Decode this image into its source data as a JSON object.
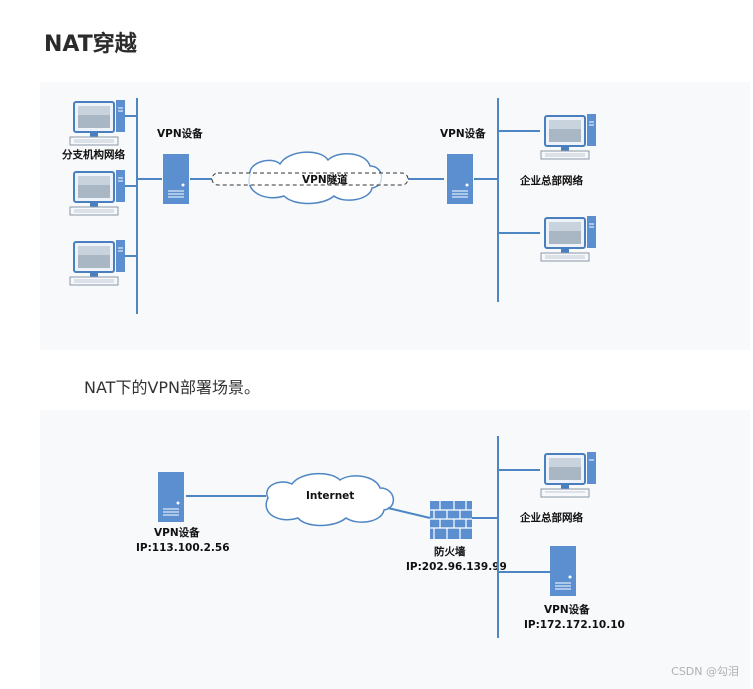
{
  "title": "NAT穿越",
  "diagram1": {
    "branch_network": "分支机构网络",
    "vpn_left": "VPN设备",
    "vpn_right": "VPN设备",
    "tunnel": "VPN隧道",
    "hq_network": "企业总部网络"
  },
  "caption": "NAT下的VPN部署场景。",
  "diagram2": {
    "vpn_left": "VPN设备",
    "vpn_left_ip": "IP:113.100.2.56",
    "internet": "Internet",
    "firewall": "防火墙",
    "firewall_ip": "IP:202.96.139.99",
    "hq_network": "企业总部网络",
    "vpn_right": "VPN设备",
    "vpn_right_ip": "IP:172.172.10.10"
  },
  "watermark": "CSDN @勾泪",
  "colors": {
    "line": "#4e86c4",
    "device": "#5b8fd0",
    "cloud_fill": "#ffffff",
    "cloud_stroke": "#4e86c4",
    "firewall": "#5b8fd0"
  }
}
